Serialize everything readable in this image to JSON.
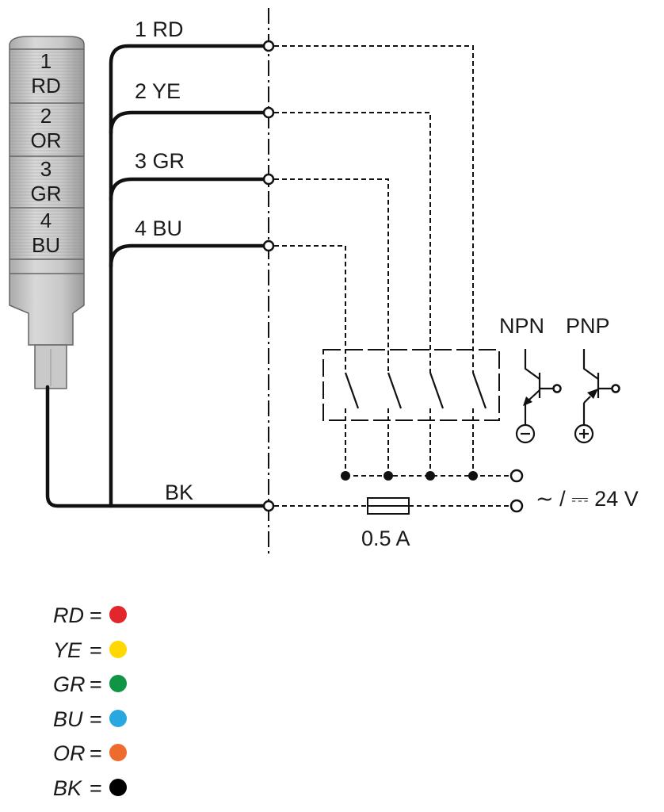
{
  "beacon": {
    "segments": [
      {
        "number": "1",
        "code": "RD"
      },
      {
        "number": "2",
        "code": "OR"
      },
      {
        "number": "3",
        "code": "GR"
      },
      {
        "number": "4",
        "code": "BU"
      }
    ]
  },
  "wires": {
    "w1": "1 RD",
    "w2": "2 YE",
    "w3": "3 GR",
    "w4": "4 BU",
    "common": "BK"
  },
  "transistors": {
    "npn_label": "NPN",
    "pnp_label": "PNP",
    "npn_sign": "−",
    "pnp_sign": "+"
  },
  "fuse": {
    "rating": "0.5 A"
  },
  "supply": {
    "label": "∼ / ⎓ 24 V"
  },
  "legend": [
    {
      "code": "RD",
      "color": "#e3262b"
    },
    {
      "code": "YE",
      "color": "#ffd800"
    },
    {
      "code": "GR",
      "color": "#109545"
    },
    {
      "code": "BU",
      "color": "#29a8e0"
    },
    {
      "code": "OR",
      "color": "#ee6a2f"
    },
    {
      "code": "BK",
      "color": "#000000"
    }
  ]
}
